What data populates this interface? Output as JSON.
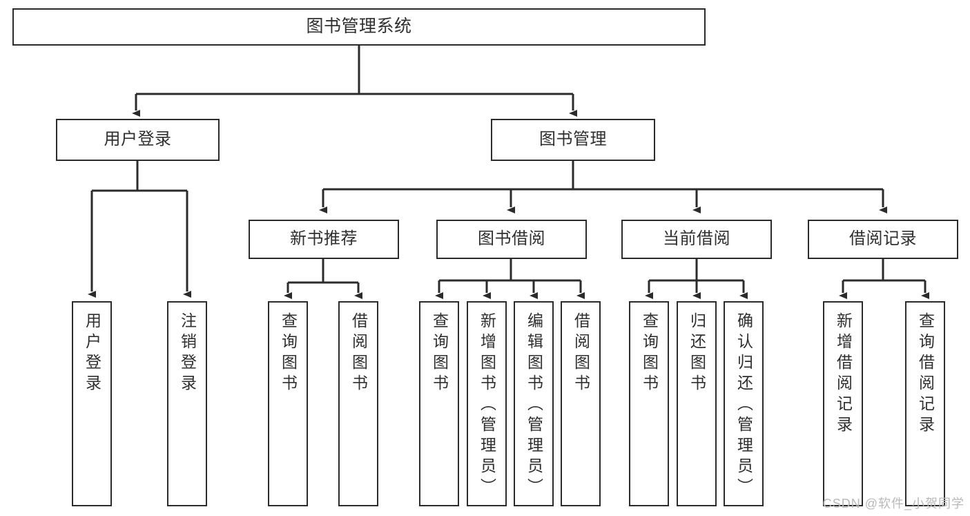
{
  "diagram": {
    "type": "tree",
    "title": "图书管理系统",
    "colors": {
      "stroke": "#2b2b2b",
      "text": "#2f2f2f",
      "background": "#ffffff",
      "watermark": "#b9b9b9"
    },
    "levels": {
      "root": {
        "label": "图书管理系统"
      },
      "level2": [
        {
          "id": "user-login",
          "label": "用户登录"
        },
        {
          "id": "book-manage",
          "label": "图书管理"
        }
      ],
      "level3": [
        {
          "id": "new-book-rec",
          "label": "新书推荐",
          "parent": "book-manage"
        },
        {
          "id": "book-borrow",
          "label": "图书借阅",
          "parent": "book-manage"
        },
        {
          "id": "current-borrow",
          "label": "当前借阅",
          "parent": "book-manage"
        },
        {
          "id": "borrow-record",
          "label": "借阅记录",
          "parent": "book-manage"
        }
      ],
      "leaves": [
        {
          "id": "leaf-1",
          "label": "用户登录",
          "parent": "user-login"
        },
        {
          "id": "leaf-2",
          "label": "注销登录",
          "parent": "user-login"
        },
        {
          "id": "leaf-3",
          "label": "查询图书",
          "parent": "new-book-rec"
        },
        {
          "id": "leaf-4",
          "label": "借阅图书",
          "parent": "new-book-rec"
        },
        {
          "id": "leaf-5",
          "label": "查询图书",
          "parent": "book-borrow"
        },
        {
          "id": "leaf-6",
          "label": "新增图书（管理员）",
          "parent": "book-borrow"
        },
        {
          "id": "leaf-7",
          "label": "编辑图书（管理员）",
          "parent": "book-borrow"
        },
        {
          "id": "leaf-8",
          "label": "借阅图书",
          "parent": "book-borrow"
        },
        {
          "id": "leaf-9",
          "label": "查询图书",
          "parent": "current-borrow"
        },
        {
          "id": "leaf-10",
          "label": "归还图书",
          "parent": "current-borrow"
        },
        {
          "id": "leaf-11",
          "label": "确认归还（管理员）",
          "parent": "current-borrow"
        },
        {
          "id": "leaf-12",
          "label": "新增借阅记录",
          "parent": "borrow-record"
        },
        {
          "id": "leaf-13",
          "label": "查询借阅记录",
          "parent": "borrow-record"
        }
      ]
    },
    "watermark": "CSDN @软件_小贺同学"
  }
}
